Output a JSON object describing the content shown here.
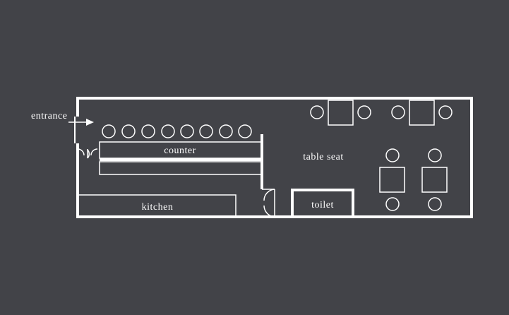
{
  "colors": {
    "background": "#424348",
    "lines": "#ffffff"
  },
  "labels": {
    "entrance": "entrance",
    "counter": "counter",
    "table_seat": "table seat",
    "kitchen": "kitchen",
    "toilet": "toilet"
  },
  "counter_stools": 8,
  "icons": [
    "entrance-arrow-icon",
    "door-swing-icon"
  ]
}
